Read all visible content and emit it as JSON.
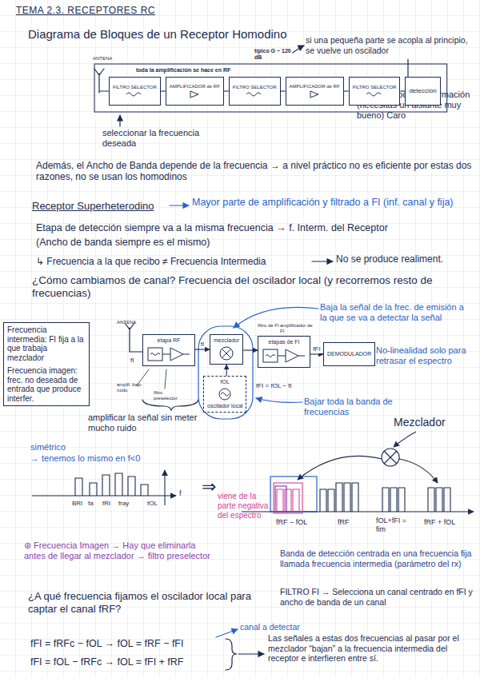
{
  "diagram": {
    "title": "TEMA 2.3. RECEPTORES RC",
    "nodes": [
      {
        "text": [
          "FILTRO SELECTOR"
        ]
      },
      {
        "text": [
          "AMPLIFICADOR de RF"
        ]
      },
      {
        "text": [
          "FILTRO SELECTOR"
        ]
      },
      {
        "text": [
          "AMPLIFICADOR de RF"
        ]
      },
      {
        "text": [
          "FILTRO SELECTOR"
        ]
      },
      {
        "text": [
          "detección"
        ]
      },
      {
        "text": [
          "Frecuencia intermedia: FI fija a la que trabaja mezclador",
          "Frecuencia imagen: frec. no deseada de entrada que produce interfer."
        ]
      },
      {
        "text": [
          "etapa RF"
        ]
      },
      {
        "text": [
          "mezclador"
        ]
      },
      {
        "text": [
          "fOL",
          "oscilador local"
        ]
      },
      {
        "text": [
          "etapas de FI"
        ]
      },
      {
        "text": [
          "DEMODULADOR"
        ]
      }
    ],
    "edges": [
      {
        "from": 0,
        "to": 1,
        "arrow": "none"
      },
      {
        "from": 1,
        "to": 2,
        "arrow": "none"
      },
      {
        "from": 2,
        "to": 3,
        "arrow": "none"
      },
      {
        "from": 3,
        "to": 4,
        "arrow": "none"
      },
      {
        "from": 4,
        "to": 5,
        "arrow": "none"
      },
      {
        "from": 7,
        "to": 8,
        "label": "fI",
        "arrow": "to"
      },
      {
        "from": 8,
        "to": 10,
        "arrow": "to"
      },
      {
        "from": 9,
        "to": 8,
        "arrow": "to"
      },
      {
        "from": 10,
        "to": 11,
        "label": "fFI",
        "arrow": "to"
      }
    ],
    "labels": [
      "Diagrama de Bloques de un Receptor Homodino",
      "ANTENA",
      "toda la amplificación se hace en RF",
      "típico G ~ 120 dB",
      "si una pequeña parte se acopla al principio, se vuelve un oscilador",
      "se pierde toda la información (necesitas un aislante muy bueno) Caro",
      "seleccionar la frecuencia deseada",
      "Además, el Ancho de Banda depende de la frecuencia → a nivel práctico no es eficiente por estas dos razones, no se usan los homodinos",
      "Receptor Superheterodino",
      "Mayor parte de amplificación y filtrado a FI (inf. canal y fija)",
      "Etapa de detección siempre va a la misma frecuencia → f. Interm. del Receptor",
      "(Ancho de banda siempre es el mismo)",
      "↳ Frecuencia a la que recibo ≠ Frecuencia Intermedia",
      "No se produce realiment.",
      "¿Cómo cambiamos de canal? Frecuencia del oscilador local (y recorremos resto de frecuencias)",
      "ANTENA",
      "amplif. bajo ruido",
      "filtro preselector",
      "filtro de FI",
      "amplificador de FI",
      "fFI = fOL − fI",
      "fI",
      "Baja la señal de la frec. de emisión a la que se va a detectar la señal",
      "No-linealidad solo para retrasar el espectro",
      "Bajar toda la banda de frecuencias",
      "amplificar la señal sin meter mucho ruido",
      "simétrico",
      "→ tenemos lo mismo en f<0",
      "BRI",
      "fa",
      "fRI",
      "fray",
      "fOL",
      "f",
      "⇒",
      "Mezclador",
      "viene de la parte negativa del espectro",
      "fRF − fOL",
      "fRF",
      "fOL+fFI = fim",
      "fRF + fOL",
      "Banda de detección centrada en una frecuencia fija llamada frecuencia intermedia (parámetro del rx)",
      "FILTRO FI → Selecciona un canal centrado en fFI y ancho de banda de un canal",
      "⊛ Frecuencia Imagen → Hay que eliminarla antes de llegar al mezclador → filtro preselector",
      "¿A qué frecuencia fijamos el oscilador local para captar el canal fRF?",
      "canal a detectar",
      "fFI = fRFc − fOL → fOL = fRF − fFI",
      "fFI = fOL − fRFc → fOL = fFI + fRF",
      "Las señales a estas dos frecuencias al pasar por el mezclador “bajan” a la frecuencia intermedia del receptor e interfieren entre sí."
    ]
  }
}
